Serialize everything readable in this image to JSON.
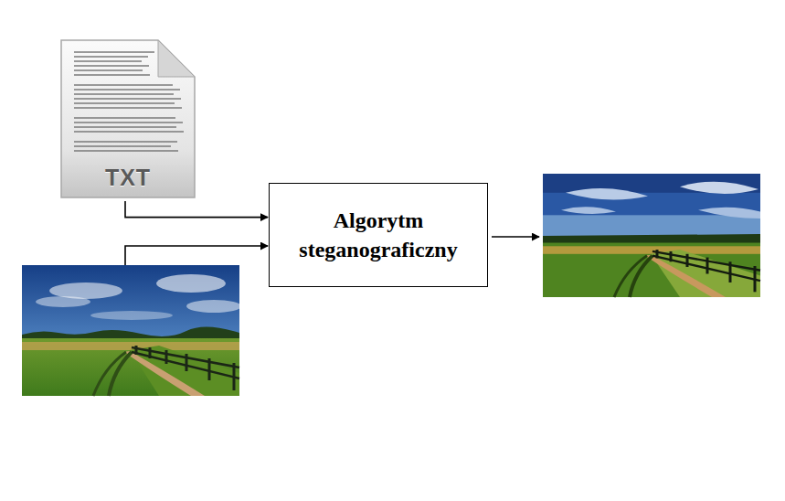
{
  "diagram": {
    "nodes": [
      {
        "text": [
          "TXT"
        ]
      },
      {
        "text": [
          "Algorytm steganograficzny"
        ]
      }
    ],
    "edges": [
      {
        "from": 0,
        "to": 1,
        "arrow": "to"
      }
    ]
  }
}
